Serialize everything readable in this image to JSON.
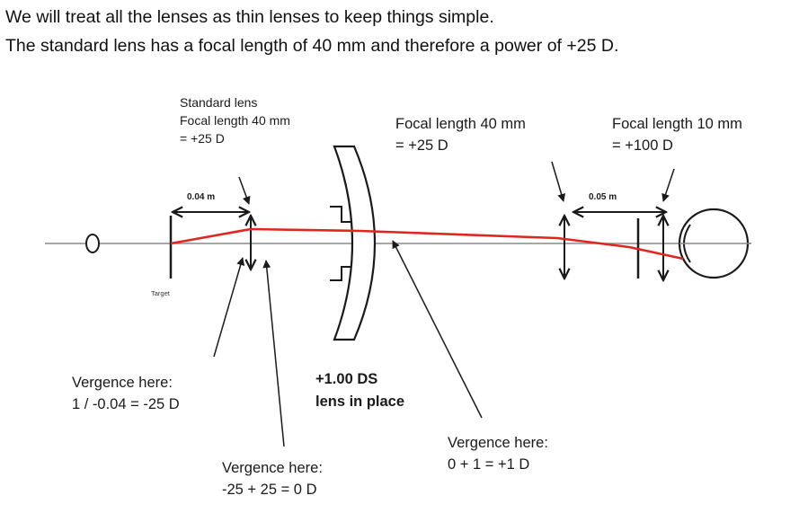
{
  "heading": {
    "line1": "We will treat all the lenses as thin lenses to keep things simple.",
    "line2": "The standard lens has a focal length of 40 mm and therefore a power of +25 D."
  },
  "standard_lens": {
    "title": "Standard lens",
    "focal": "Focal length 40 mm",
    "power": "= +25 D"
  },
  "middle_lens": {
    "focal": "Focal length 40 mm",
    "power": "= +25 D"
  },
  "eye_lens": {
    "focal": "Focal length 10 mm",
    "power": "= +100 D"
  },
  "distances": {
    "left": "0.04 m",
    "right": "0.05 m"
  },
  "target_label": "Target",
  "trial_lens": {
    "line1": "+1.00 DS",
    "line2": "lens in place"
  },
  "vergence1": {
    "line1": "Vergence here:",
    "line2": "1 / -0.04 = -25 D"
  },
  "vergence2": {
    "line1": "Vergence here:",
    "line2": "-25 + 25 = 0 D"
  },
  "vergence3": {
    "line1": "Vergence here:",
    "line2": "0 + 1 = +1 D"
  },
  "colors": {
    "ray": "#e0261f",
    "ink": "#1a1a1a",
    "axis": "#8a8a8a"
  }
}
